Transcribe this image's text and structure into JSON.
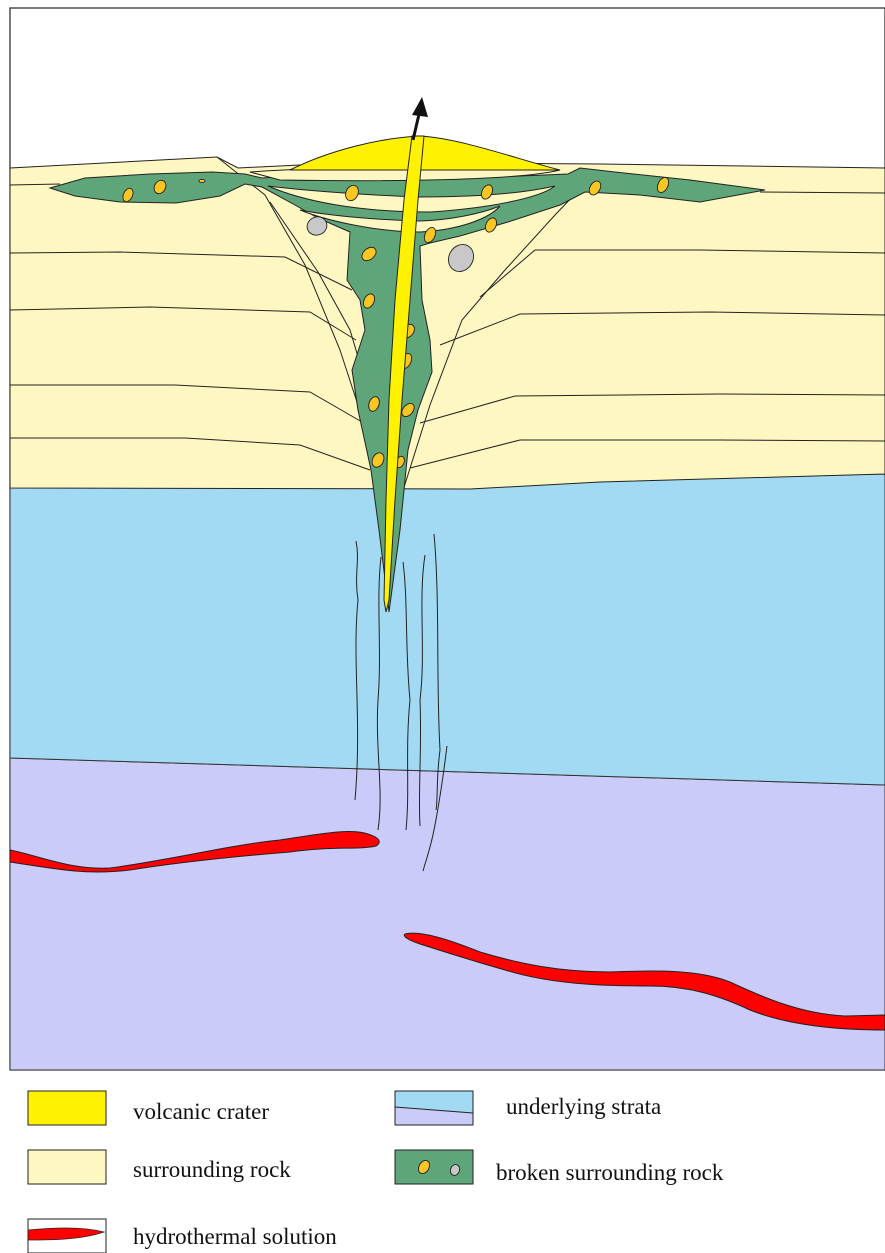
{
  "colors": {
    "volcanic_crater": "#FFF200",
    "surrounding_rock": "#FFF7C2",
    "underlying_strata_upper": "#A3DAF3",
    "underlying_strata_lower": "#CBCBFA",
    "broken_surrounding_rock": "#5FA57A",
    "broken_clast": "#F9C623",
    "broken_clast_gray": "#C8C8C8",
    "hydrothermal_solution": "#FF0000",
    "outline": "#222222"
  },
  "legend": {
    "volcanic_crater": "volcanic crater",
    "surrounding_rock": "surrounding rock",
    "hydrothermal_solution": "hydrothermal solution",
    "underlying_strata": "underlying strata",
    "broken_surrounding_rock": "broken surrounding rock"
  },
  "icons": {
    "eruption_arrow": "arrow-up-icon"
  }
}
